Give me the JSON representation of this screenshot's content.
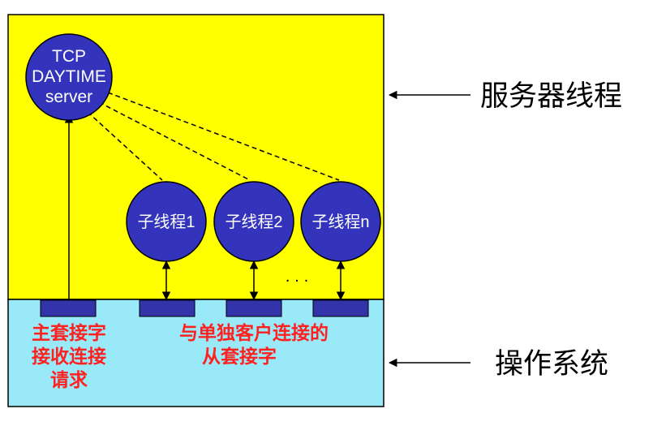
{
  "server_node": {
    "lines": [
      "TCP",
      "DAYTIME",
      "server"
    ]
  },
  "child_threads": [
    {
      "label": "子线程1"
    },
    {
      "label": "子线程2"
    },
    {
      "label": "子线程n"
    }
  ],
  "ellipsis": "· · ·",
  "os_region": {
    "master_socket_lines": [
      "主套接字",
      "接收连接",
      "请求"
    ],
    "slave_socket_lines": [
      "与单独客户连接的",
      "从套接字"
    ]
  },
  "side_labels": {
    "server_thread": "服务器线程",
    "operating_system": "操作系统"
  },
  "colors": {
    "server_area": "#ffff00",
    "os_area": "#99e9f8",
    "node_fill": "#3333bb",
    "socket_fill": "#3333aa",
    "label_red": "#ff2020"
  }
}
